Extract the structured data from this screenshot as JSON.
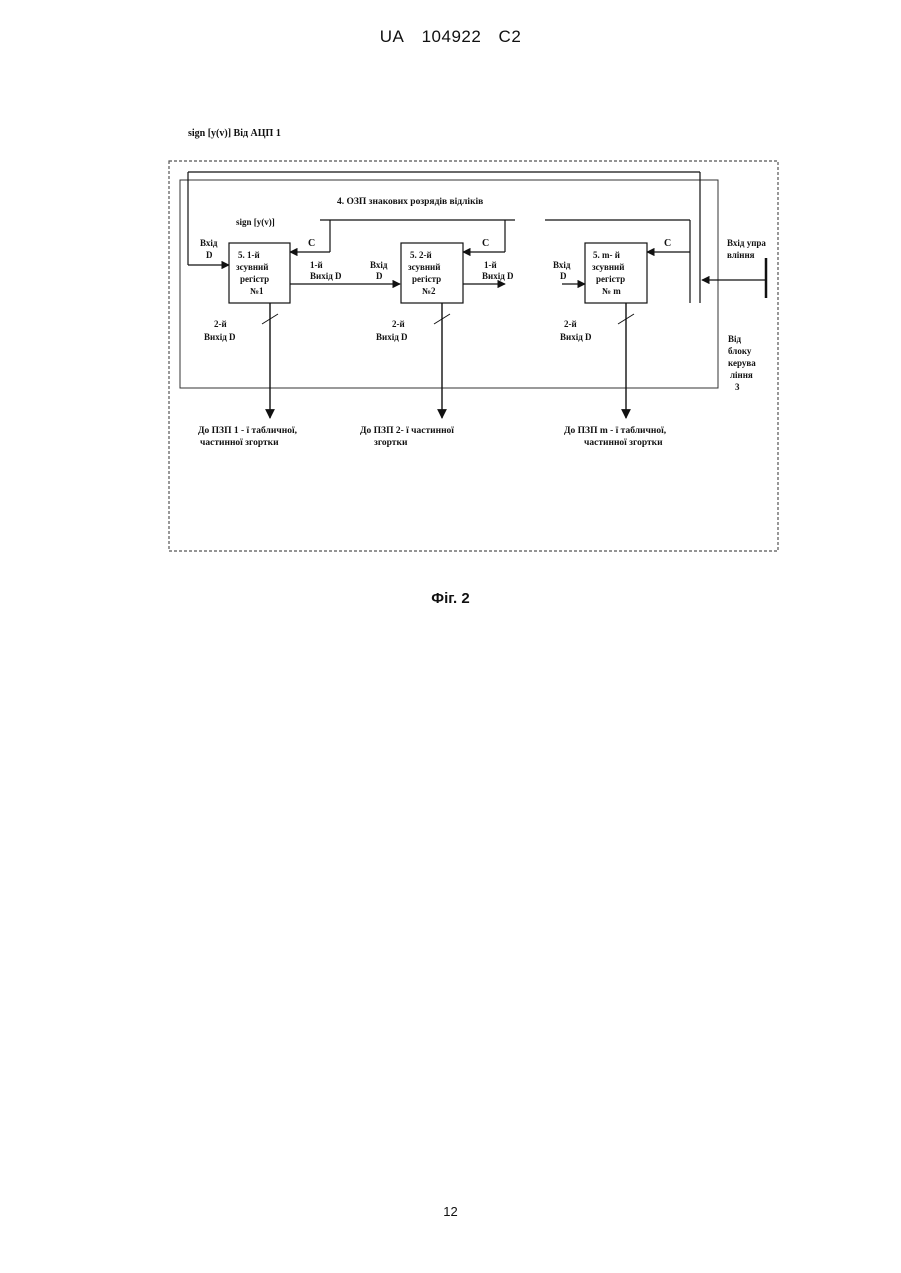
{
  "header": {
    "country": "UA",
    "number": "104922",
    "kind": "C2"
  },
  "figure": {
    "caption": "Фіг. 2",
    "top_label": "sign [y(v)]  Від АЦП 1",
    "bus_label": "4. ОЗП знакових розрядів відліків",
    "sign_label": "sign [y(v)]",
    "clock_label": "C",
    "registers": [
      {
        "line1": "5.  1-й",
        "line2": "зсувний",
        "line3": "регістр",
        "line4": "№1",
        "in_line1": "Вхід",
        "in_line2": "D",
        "out1_line1": "1-й",
        "out1_line2": "Вихід  D",
        "out2_line1": "2-й",
        "out2_line2": "Вихід  D",
        "dest_line1": "До ПЗП 1 - ї табличної,",
        "dest_line2": "частинної згортки"
      },
      {
        "line1": "5.  2-й",
        "line2": "зсувний",
        "line3": "регістр",
        "line4": "№2",
        "in_line1": "Вхід",
        "in_line2": "D",
        "out1_line1": "1-й",
        "out1_line2": "Вихід  D",
        "out2_line1": "2-й",
        "out2_line2": "Вихід  D",
        "dest_line1": "До ПЗП 2- ї частинної",
        "dest_line2": "згортки"
      },
      {
        "line1": "5.  m- й",
        "line2": "зсувний",
        "line3": "регістр",
        "line4": "№ m",
        "in_line1": "Вхід",
        "in_line2": "D",
        "out2_line1": "2-й",
        "out2_line2": "Вихід  D",
        "dest_line1": "До ПЗП m - ї табличної,",
        "dest_line2": "частинної  згортки"
      }
    ],
    "control_in_line1": "Вхід упра",
    "control_in_line2": "вління",
    "control_block_lines": [
      "Від",
      "блоку",
      "керува",
      "ління",
      "3"
    ]
  }
}
